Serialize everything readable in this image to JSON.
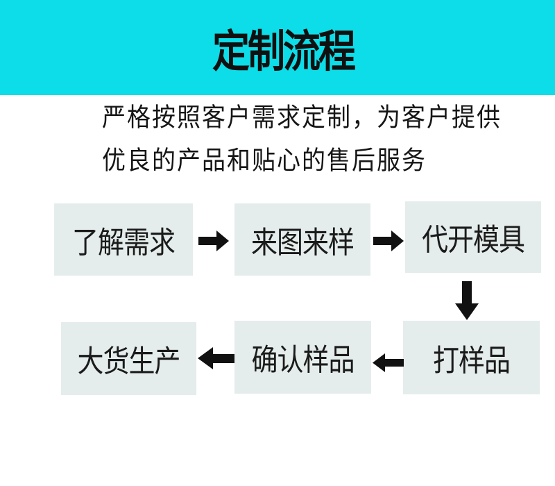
{
  "title": "定制流程",
  "intro": {
    "line1": "严格按照客户需求定制，为客户提供",
    "line2": "优良的产品和贴心的售后服务"
  },
  "flow": {
    "steps": [
      {
        "id": 1,
        "label": "了解需求"
      },
      {
        "id": 2,
        "label": "来图来样"
      },
      {
        "id": 3,
        "label": "代开模具"
      },
      {
        "id": 4,
        "label": "打样品"
      },
      {
        "id": 5,
        "label": "确认样品"
      },
      {
        "id": 6,
        "label": "大货生产"
      }
    ],
    "arrows": [
      {
        "from": 1,
        "to": 2,
        "direction": "right"
      },
      {
        "from": 2,
        "to": 3,
        "direction": "right"
      },
      {
        "from": 3,
        "to": 4,
        "direction": "down"
      },
      {
        "from": 4,
        "to": 5,
        "direction": "left"
      },
      {
        "from": 5,
        "to": 6,
        "direction": "left"
      }
    ]
  },
  "colors": {
    "header_bg": "#0cdde8",
    "box_bg": "#e4edeb",
    "text": "#141414",
    "arrow": "#111111"
  }
}
